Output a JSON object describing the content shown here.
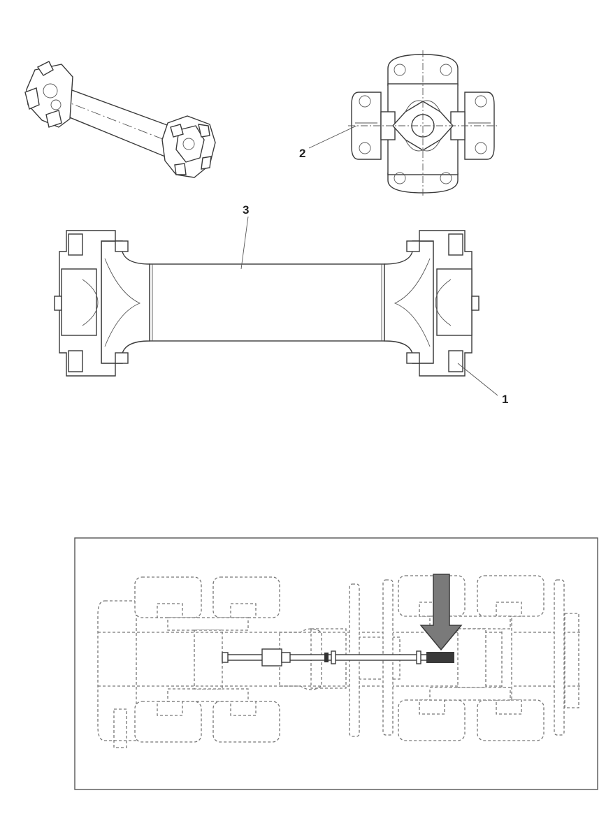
{
  "callouts": {
    "flange_bolt": "1",
    "spider_cross": "2",
    "shaft_tube": "3"
  },
  "colors": {
    "line": "#3a3a3a",
    "dashed": "#777777",
    "arrow": "#7a7a7a"
  }
}
